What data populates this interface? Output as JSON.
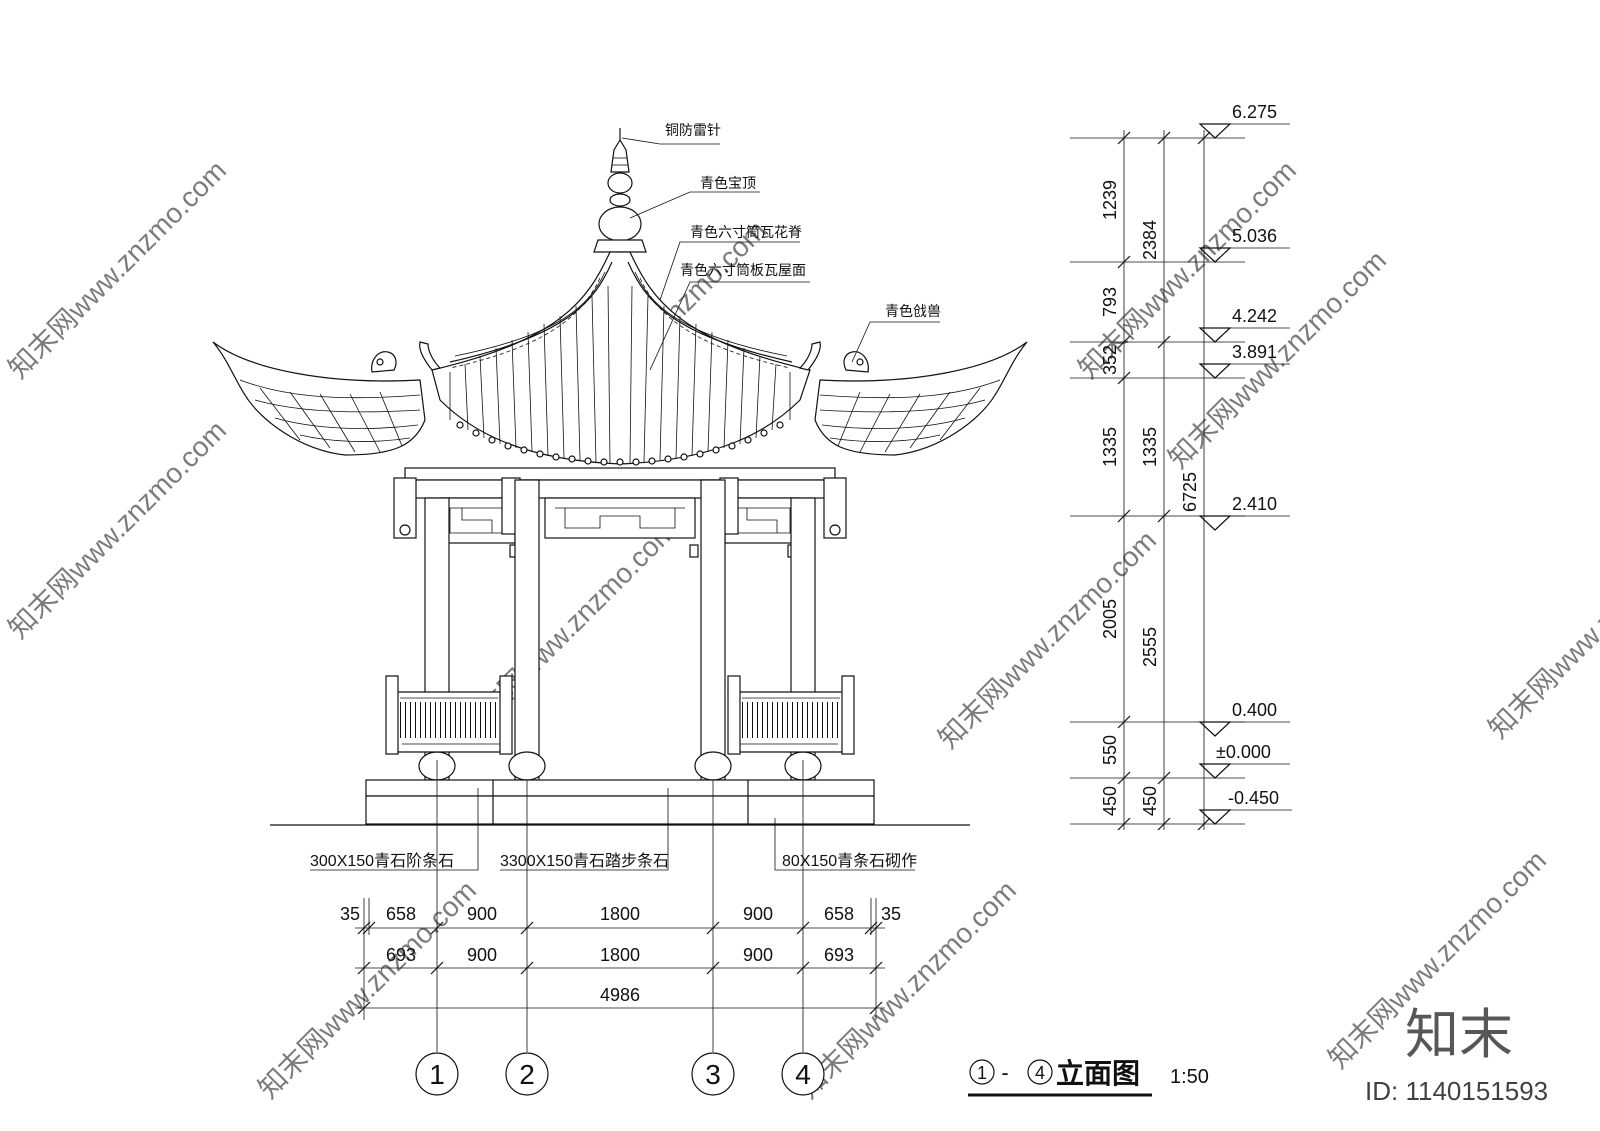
{
  "labels": {
    "lightning_rod": "铜防雷针",
    "finial": "青色宝顶",
    "ridge": "青色六寸筒瓦花脊",
    "roof": "青色六寸筒板瓦屋面",
    "ridge_beast": "青色戗兽",
    "step_stone": "300X150青石阶条石",
    "tread_stone": "3300X150青石踏步条石",
    "masonry": "80X150青条石砌作"
  },
  "elevation_marks": [
    "6.275",
    "5.036",
    "4.242",
    "3.891",
    "2.410",
    "0.400",
    "±0.000",
    "-0.450"
  ],
  "vertical_dims": {
    "col1": [
      "1239",
      "793",
      "352",
      "1335",
      "2005",
      "550",
      "450"
    ],
    "col2": [
      "2384",
      "1335",
      "2555",
      "450"
    ],
    "col3": [
      "6725"
    ]
  },
  "horizontal_dims": {
    "row1": [
      "35",
      "658",
      "900",
      "1800",
      "900",
      "658",
      "35"
    ],
    "row2": [
      "693",
      "900",
      "1800",
      "900",
      "693"
    ],
    "row3": [
      "4986"
    ]
  },
  "axes": [
    "1",
    "2",
    "3",
    "4"
  ],
  "title": {
    "axis_from": "1",
    "dash": "-",
    "axis_to": "4",
    "text": "立面图",
    "scale": "1:50"
  },
  "watermark": {
    "logo": "知末",
    "id": "ID: 1140151593",
    "site": "知末网www.znzmo.com"
  }
}
